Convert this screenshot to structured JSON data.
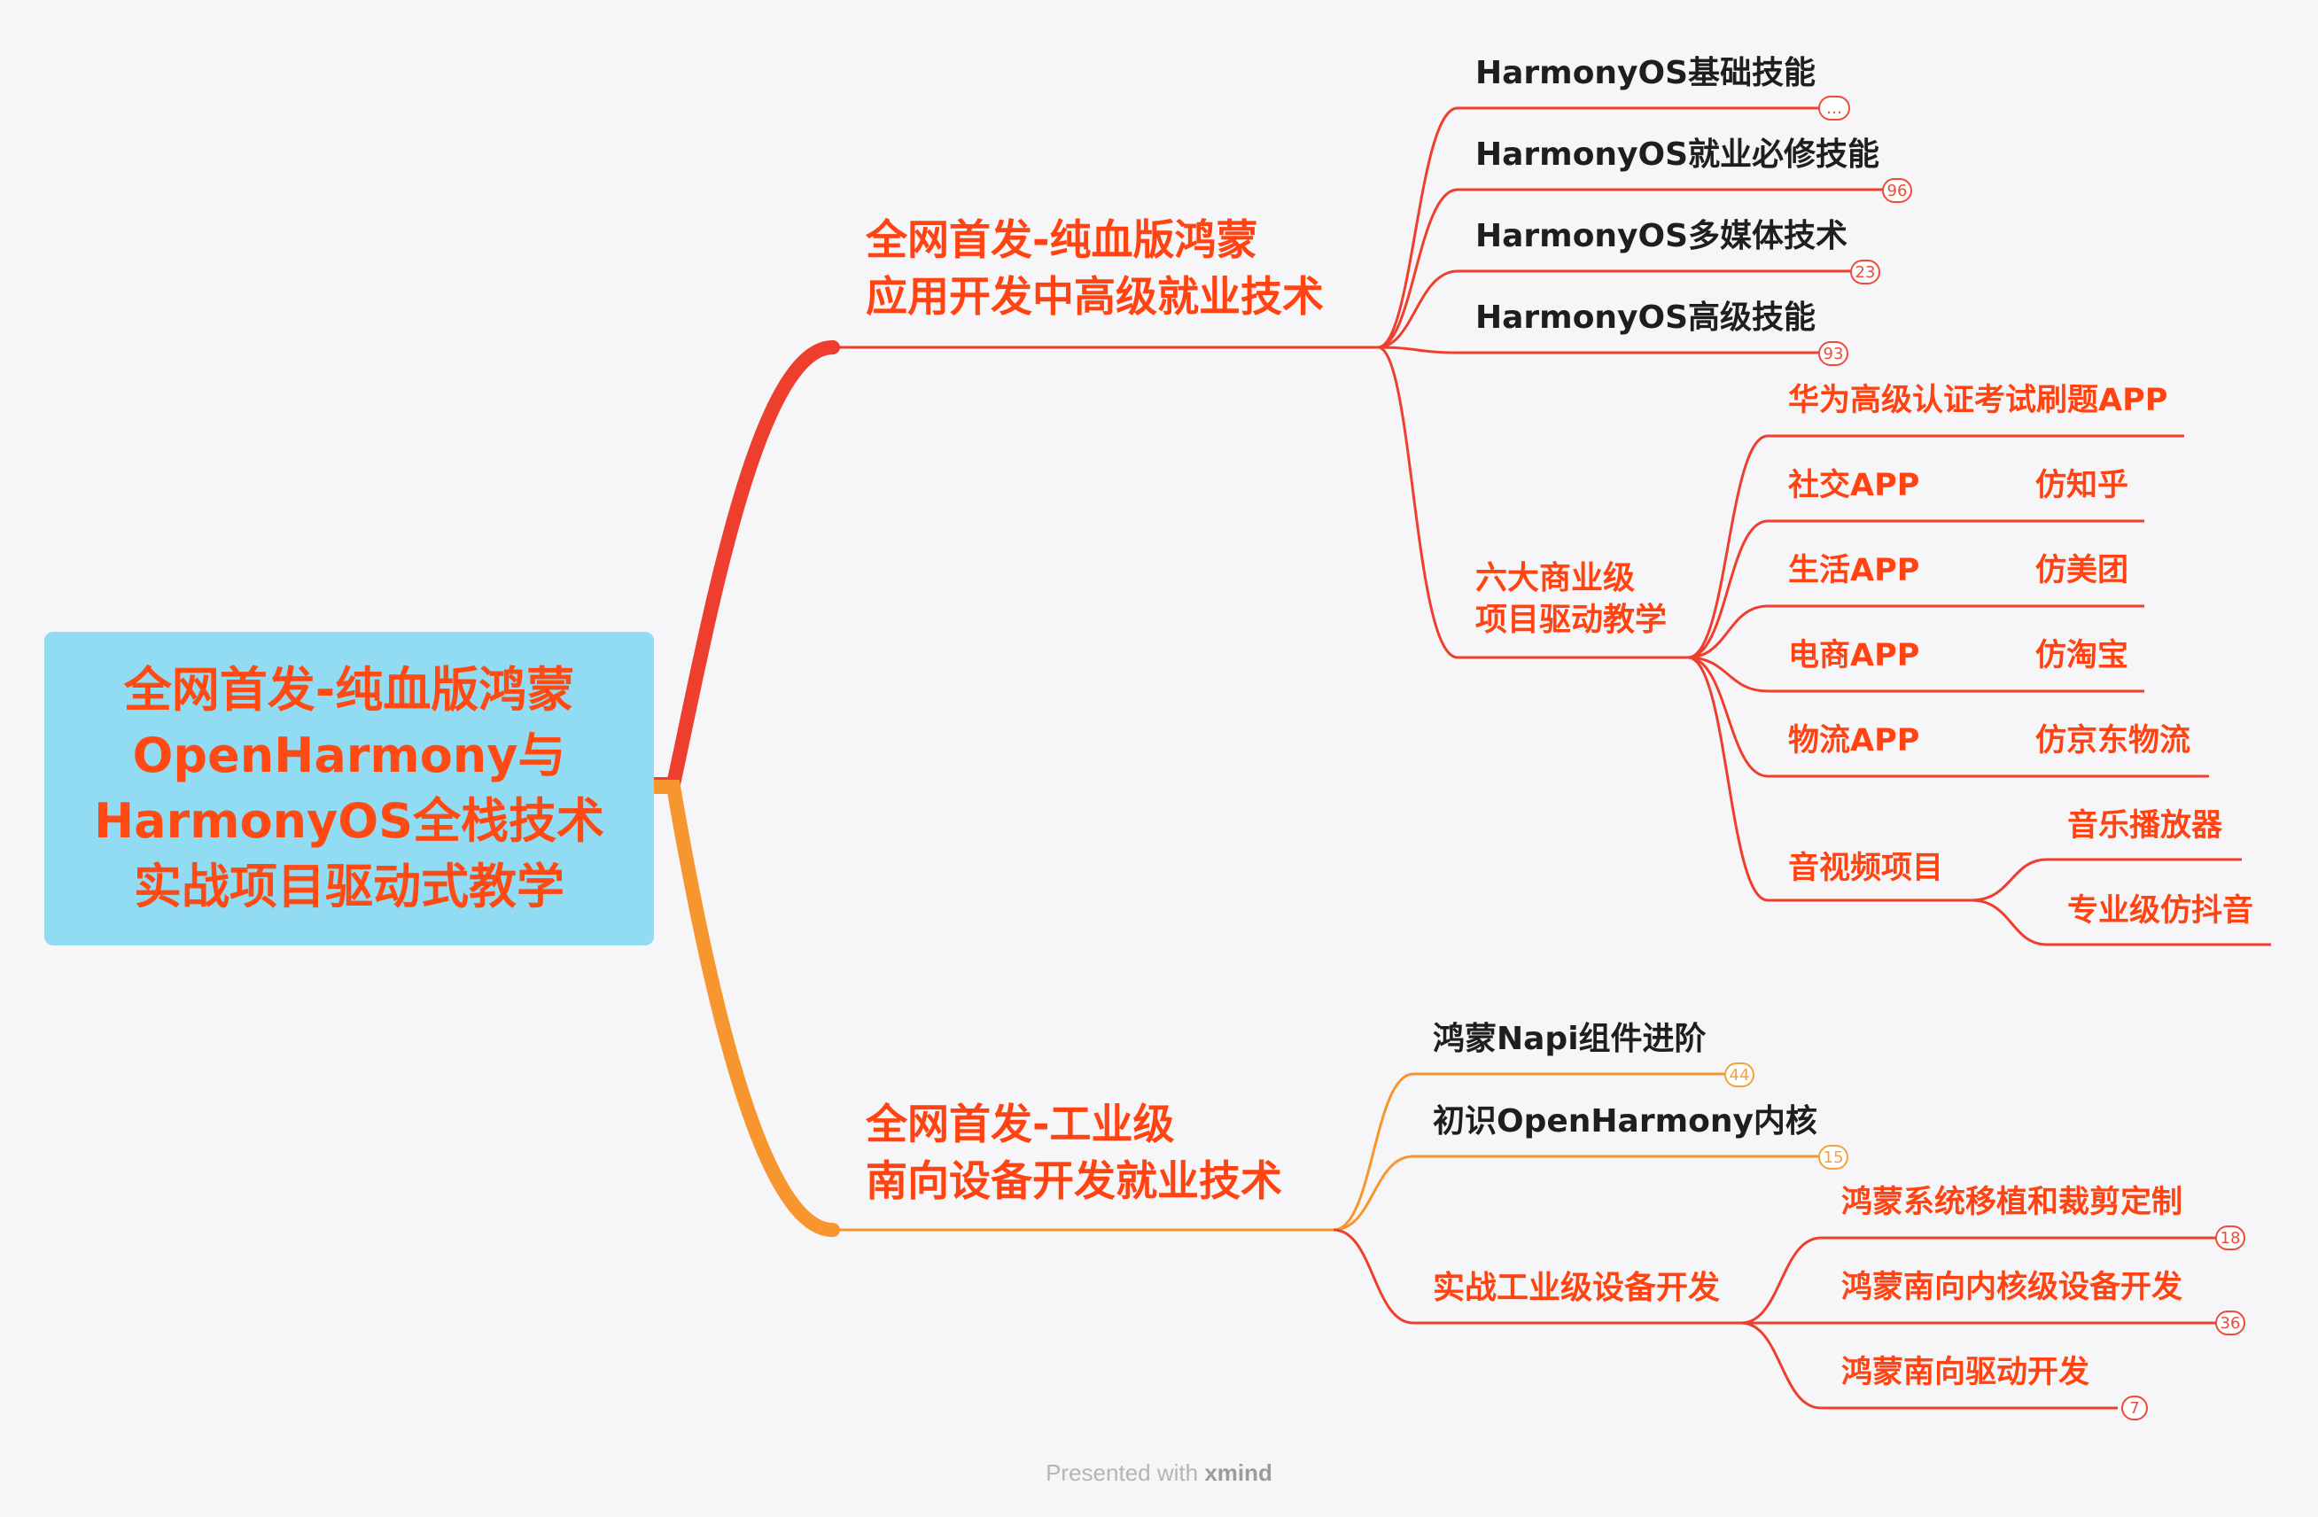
{
  "root": {
    "title": "全网首发-纯血版鸿蒙\nOpenHarmony与\nHarmonyOS全栈技术\n实战项目驱动式教学"
  },
  "colors": {
    "branch_red": "#ee3f2e",
    "branch_orange": "#f7962e",
    "root_fill": "#92dcf3",
    "text_accent": "#ff4312",
    "text_dark": "#1e1e1e",
    "background": "#f6f6f8"
  },
  "branches": [
    {
      "title": "全网首发-纯血版鸿蒙\n应用开发中高级就业技术",
      "children": [
        {
          "label": "HarmonyOS基础技能",
          "badge": "…"
        },
        {
          "label": "HarmonyOS就业必修技能",
          "badge": "96"
        },
        {
          "label": "HarmonyOS多媒体技术",
          "badge": "23"
        },
        {
          "label": "HarmonyOS高级技能",
          "badge": "93"
        },
        {
          "label": "六大商业级\n项目驱动教学",
          "children": [
            {
              "label": "华为高级认证考试刷题APP"
            },
            {
              "label": "社交APP",
              "detail": "仿知乎"
            },
            {
              "label": "生活APP",
              "detail": "仿美团"
            },
            {
              "label": "电商APP",
              "detail": "仿淘宝"
            },
            {
              "label": "物流APP",
              "detail": "仿京东物流"
            },
            {
              "label": "音视频项目",
              "children": [
                {
                  "label": "音乐播放器"
                },
                {
                  "label": "专业级仿抖音"
                }
              ]
            }
          ]
        }
      ]
    },
    {
      "title": "全网首发-工业级\n南向设备开发就业技术",
      "children": [
        {
          "label": "鸿蒙Napi组件进阶",
          "badge": "44"
        },
        {
          "label": "初识OpenHarmony内核",
          "badge": "15"
        },
        {
          "label": "实战工业级设备开发",
          "children": [
            {
              "label": "鸿蒙系统移植和裁剪定制",
              "badge": "18"
            },
            {
              "label": "鸿蒙南向内核级设备开发",
              "badge": "36"
            },
            {
              "label": "鸿蒙南向驱动开发",
              "badge": "7"
            }
          ]
        }
      ]
    }
  ],
  "footer": {
    "prefix": "Presented with",
    "brand": "xmind"
  }
}
